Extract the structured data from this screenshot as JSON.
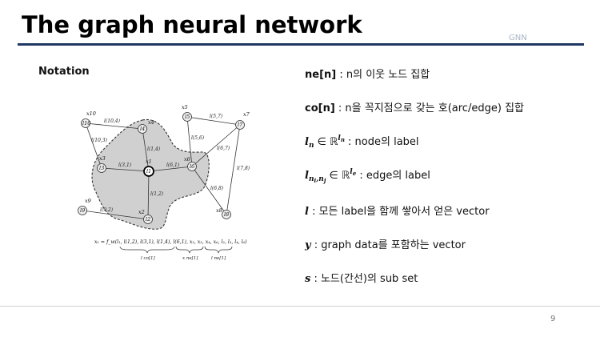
{
  "slide": {
    "title": "The graph neural network",
    "tag": "GNN",
    "section_label": "Notation",
    "page_number": "9"
  },
  "items": [
    {
      "term": "ne[n]",
      "desc": " : n의 이웃 노드 집합"
    },
    {
      "term": "co[n]",
      "desc": " : n을 꼭지점으로 갖는 호(arc/edge) 집합"
    },
    {
      "term": "l",
      "sub": "n",
      "rel": " ∈ ℝ",
      "sup": "l",
      "supsub": "n",
      "desc": " : node의 label"
    },
    {
      "term": "l",
      "sub": "n",
      "subsub": "i",
      "sub2": ",n",
      "subsub2": "j",
      "rel": " ∈ ℝ",
      "sup": "l",
      "supsub": "e",
      "desc": " : edge의 label"
    },
    {
      "term": "l",
      "desc": " : 모든 label을 함께 쌓아서 얻은 vector"
    },
    {
      "term": "y",
      "desc": " : graph data를 포함하는 vector"
    },
    {
      "term": "s",
      "desc": " : 노드(간선)의 sub set"
    }
  ],
  "figure": {
    "nodes": [
      {
        "id": "l10",
        "label": "l",
        "sub": "10",
        "var": "x",
        "varsub": "10"
      },
      {
        "id": "l4",
        "label": "l",
        "sub": "4",
        "var": "x",
        "varsub": "4"
      },
      {
        "id": "l5",
        "label": "l",
        "sub": "5",
        "var": "x",
        "varsub": "5"
      },
      {
        "id": "l7",
        "label": "l",
        "sub": "7",
        "var": "x",
        "varsub": "7"
      },
      {
        "id": "l3",
        "label": "l",
        "sub": "3",
        "var": "x",
        "varsub": "3"
      },
      {
        "id": "l1",
        "label": "l",
        "sub": "1",
        "var": "x",
        "varsub": "1"
      },
      {
        "id": "l6",
        "label": "l",
        "sub": "6",
        "var": "x",
        "varsub": "6"
      },
      {
        "id": "l9",
        "label": "l",
        "sub": "9",
        "var": "x",
        "varsub": "9"
      },
      {
        "id": "l2",
        "label": "l",
        "sub": "2",
        "var": "x",
        "varsub": "2"
      },
      {
        "id": "l8",
        "label": "l",
        "sub": "8",
        "var": "x",
        "varsub": "8"
      }
    ],
    "edges": [
      {
        "a": "l10",
        "b": "l4",
        "label": "l(10,4)"
      },
      {
        "a": "l10",
        "b": "l3",
        "label": "l(10,3)"
      },
      {
        "a": "l4",
        "b": "l1",
        "label": "l(1,4)"
      },
      {
        "a": "l3",
        "b": "l1",
        "label": "l(3,1)"
      },
      {
        "a": "l1",
        "b": "l6",
        "label": "l(6,1)"
      },
      {
        "a": "l1",
        "b": "l2",
        "label": "l(1,2)"
      },
      {
        "a": "l9",
        "b": "l2",
        "label": "l(9,2)"
      },
      {
        "a": "l5",
        "b": "l7",
        "label": "l(5,7)"
      },
      {
        "a": "l5",
        "b": "l6",
        "label": "l(5,6)"
      },
      {
        "a": "l7",
        "b": "l6",
        "label": "l(6,7)"
      },
      {
        "a": "l7",
        "b": "l8",
        "label": "l(7,8)"
      },
      {
        "a": "l6",
        "b": "l8",
        "label": "l(6,8)"
      }
    ],
    "equation": "x₁ = f_w(l₁, l(1,2), l(3,1), l(1,4), l(6,1), x₂, x₃, x₄, x₆, l₂, l₃, l₄, l₆)",
    "brace_labels": [
      "l co[1]",
      "x ne[1]",
      "l ne[1]"
    ]
  }
}
